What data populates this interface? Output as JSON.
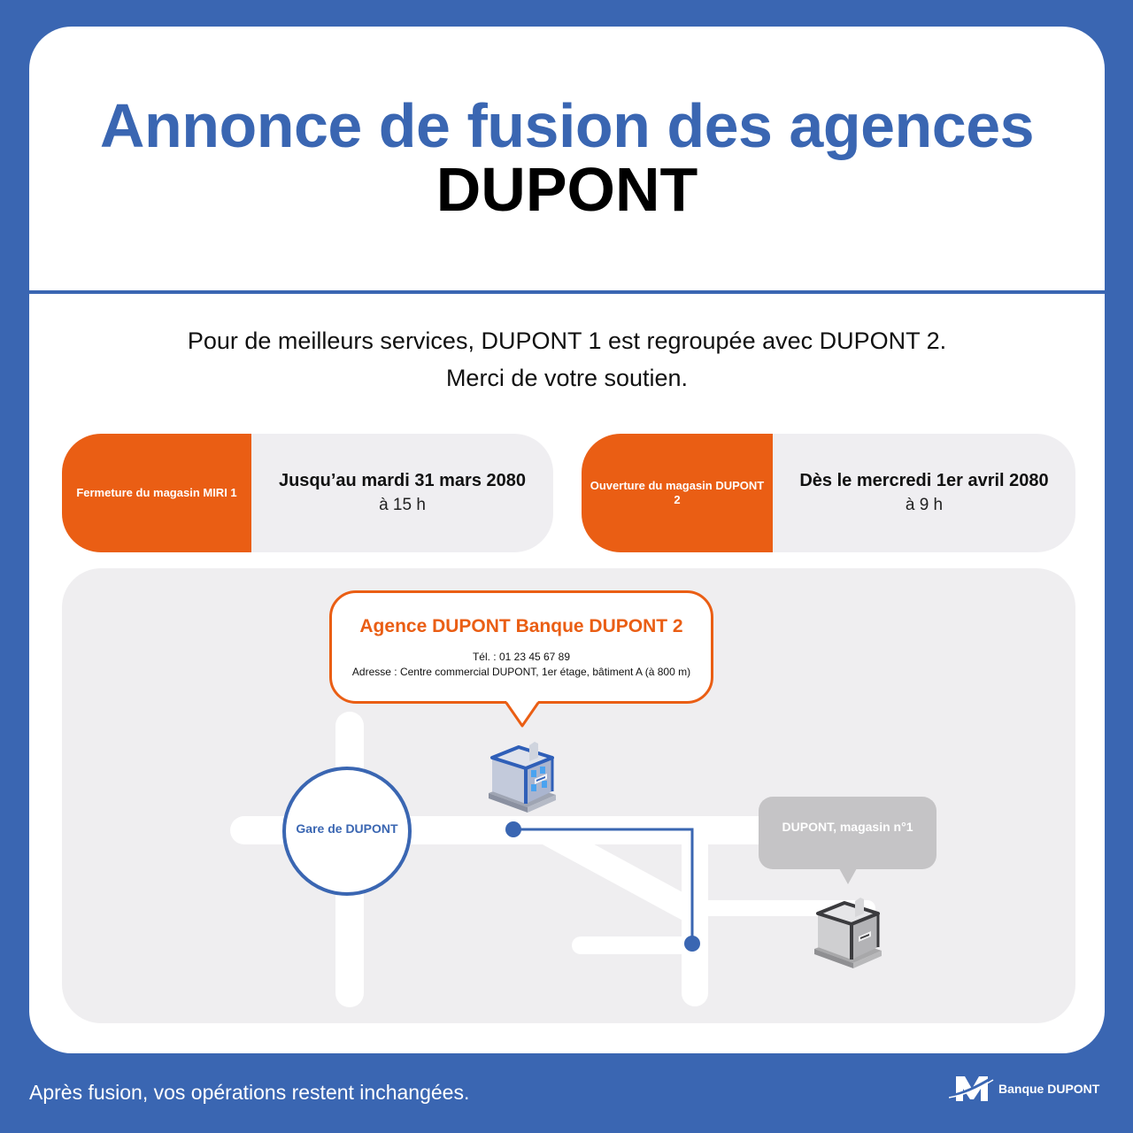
{
  "header": {
    "title_line1": "Annonce de fusion des agences",
    "title_line2": "DUPONT"
  },
  "intro": {
    "line1": "Pour de meilleurs services, DUPONT 1 est regroupée avec DUPONT 2.",
    "line2": "Merci de votre soutien."
  },
  "info_cards": [
    {
      "label": "Fermeture du magasin MIRI 1",
      "date": "Jusqu’au mardi 31 mars 2080",
      "time": "à 15 h"
    },
    {
      "label": "Ouverture du magasin DUPONT 2",
      "date": "Dès le mercredi 1er avril 2080",
      "time": "à 9 h"
    }
  ],
  "map": {
    "new_agency": {
      "name": "Agence DUPONT Banque DUPONT 2",
      "tel": "Tél. : 01 23 45 67 89",
      "address": "Adresse : Centre commercial DUPONT, 1er étage, bâtiment A (à 800 m)"
    },
    "station_label": "Gare de DUPONT",
    "old_store_label": "DUPONT, magasin n°1",
    "icons": [
      "building-new-agency-icon",
      "building-old-store-icon",
      "route-start-dot",
      "route-end-dot"
    ]
  },
  "footer": {
    "note": "Après fusion, vos opérations restent inchangées.",
    "brand": "Banque DUPONT"
  },
  "colors": {
    "brand_blue": "#3a66b2",
    "accent_orange": "#ea5e14",
    "card_grey": "#efeef1",
    "old_store_grey": "#c5c4c6"
  }
}
